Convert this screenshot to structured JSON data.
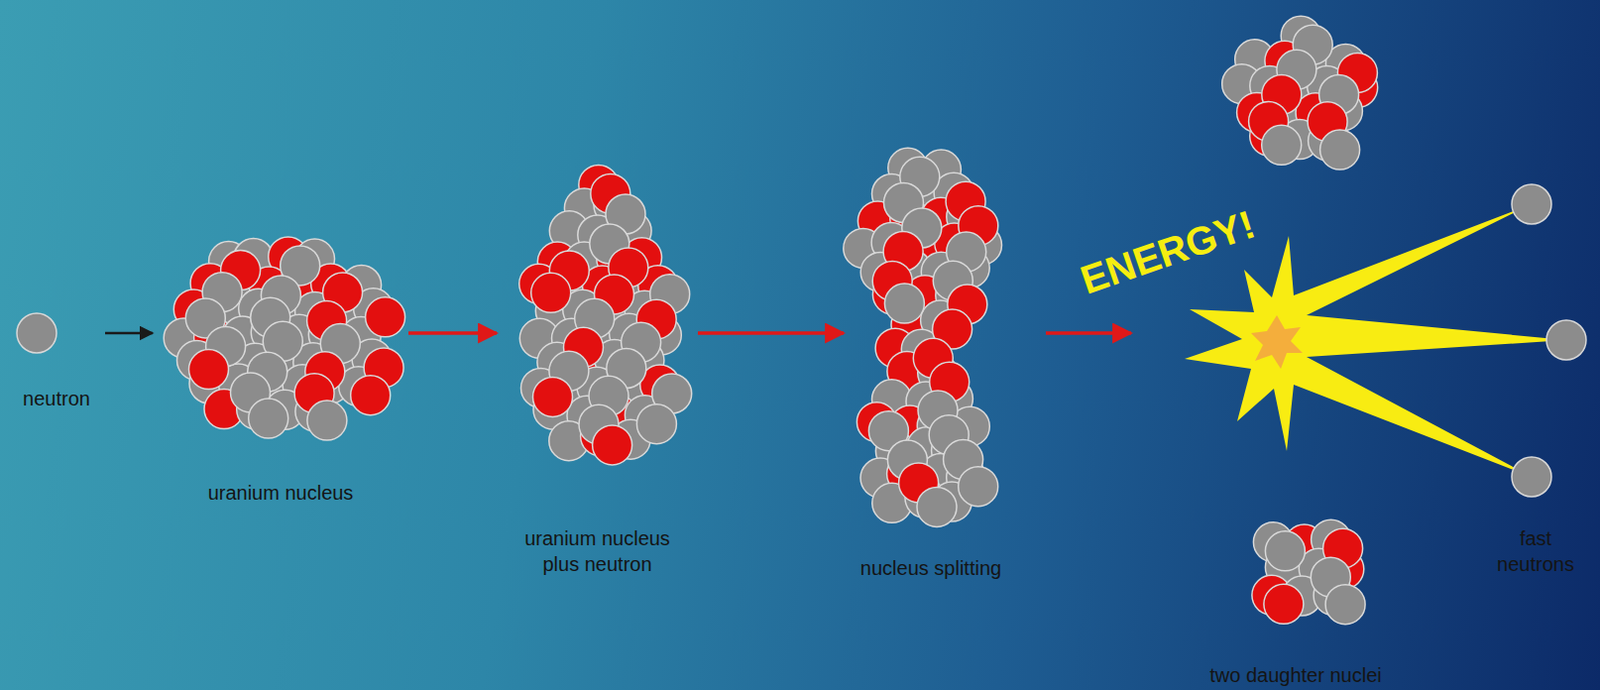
{
  "diagram": {
    "nodes": [
      {
        "text": [
          "neutron"
        ]
      },
      {
        "text": [
          "uranium nucleus"
        ]
      },
      {
        "text": [
          "uranium nucleus plus neutron"
        ]
      },
      {
        "text": [
          "nucleus splitting"
        ]
      }
    ],
    "edges": [
      {
        "from": 0,
        "to": 1,
        "arrow": "to"
      },
      {
        "from": 1,
        "to": 2,
        "arrow": "to"
      },
      {
        "from": 2,
        "to": 3,
        "arrow": "to"
      }
    ],
    "labels": [
      "ENERGY!",
      "fast neutrons",
      "two daughter nuclei"
    ]
  }
}
